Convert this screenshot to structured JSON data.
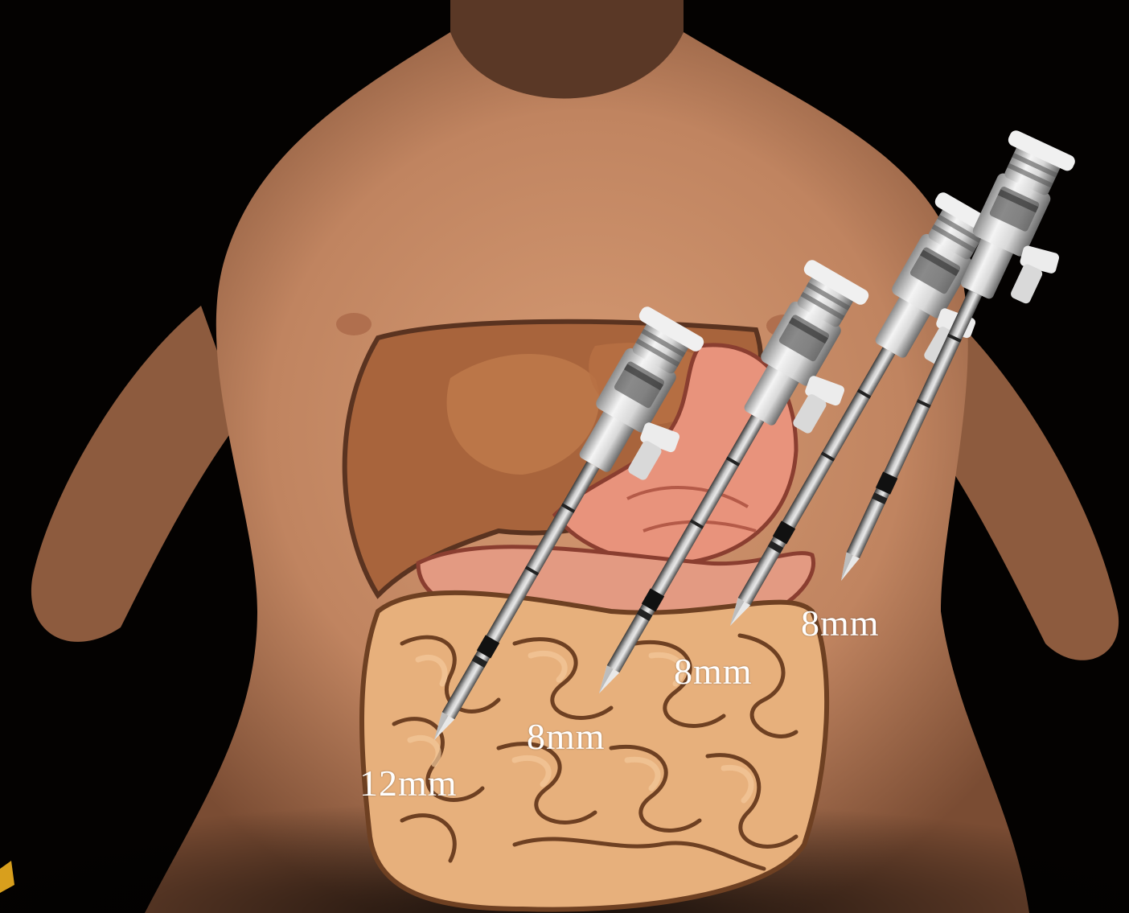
{
  "labels": {
    "port_1": "12mm",
    "port_2": "8mm",
    "port_3": "8mm",
    "port_4": "8mm"
  },
  "colors": {
    "background": "#050302",
    "skin": "#c98a63",
    "liver": "#a8643c",
    "stomach": "#e8937c",
    "intestine": "#e7b07c",
    "label_text": "#ffffff"
  }
}
